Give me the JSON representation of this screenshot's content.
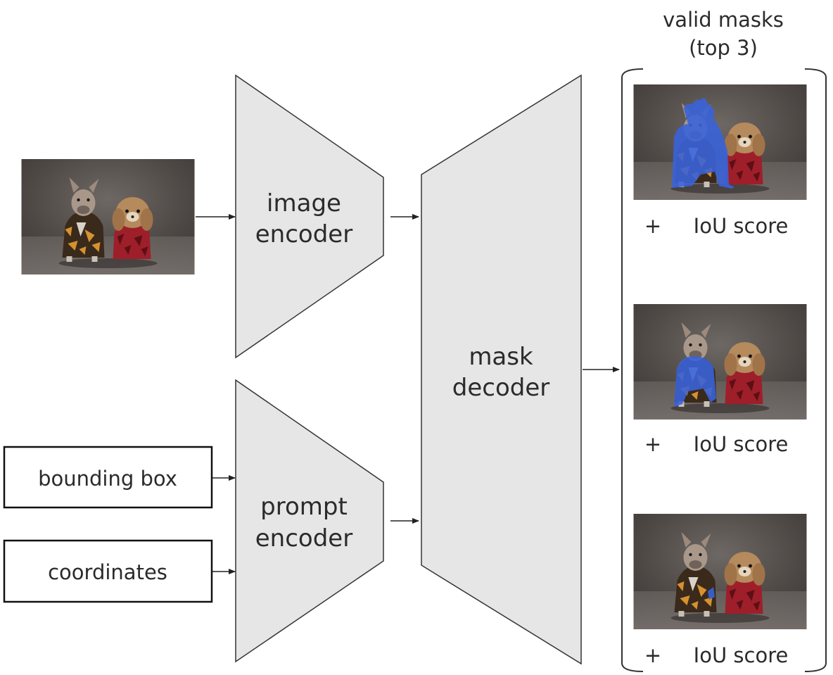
{
  "inputs": {
    "bounding_box_label": "bounding box",
    "coordinates_label": "coordinates"
  },
  "encoders": {
    "image_line1": "image",
    "image_line2": "encoder",
    "prompt_line1": "prompt",
    "prompt_line2": "encoder"
  },
  "decoder": {
    "line1": "mask",
    "line2": "decoder"
  },
  "output": {
    "title_line1": "valid masks",
    "title_line2": "(top 3)",
    "results": [
      {
        "plus": "+",
        "score_label": "IoU score",
        "mask": "left dog"
      },
      {
        "plus": "+",
        "score_label": "IoU score",
        "mask": "left dog jacket"
      },
      {
        "plus": "+",
        "score_label": "IoU score",
        "mask": "small patch"
      }
    ]
  },
  "colors": {
    "trapezoid_fill": "#e6e6e6",
    "mask_blue": "#3a63d8",
    "photo_bg": "#5a5350"
  }
}
